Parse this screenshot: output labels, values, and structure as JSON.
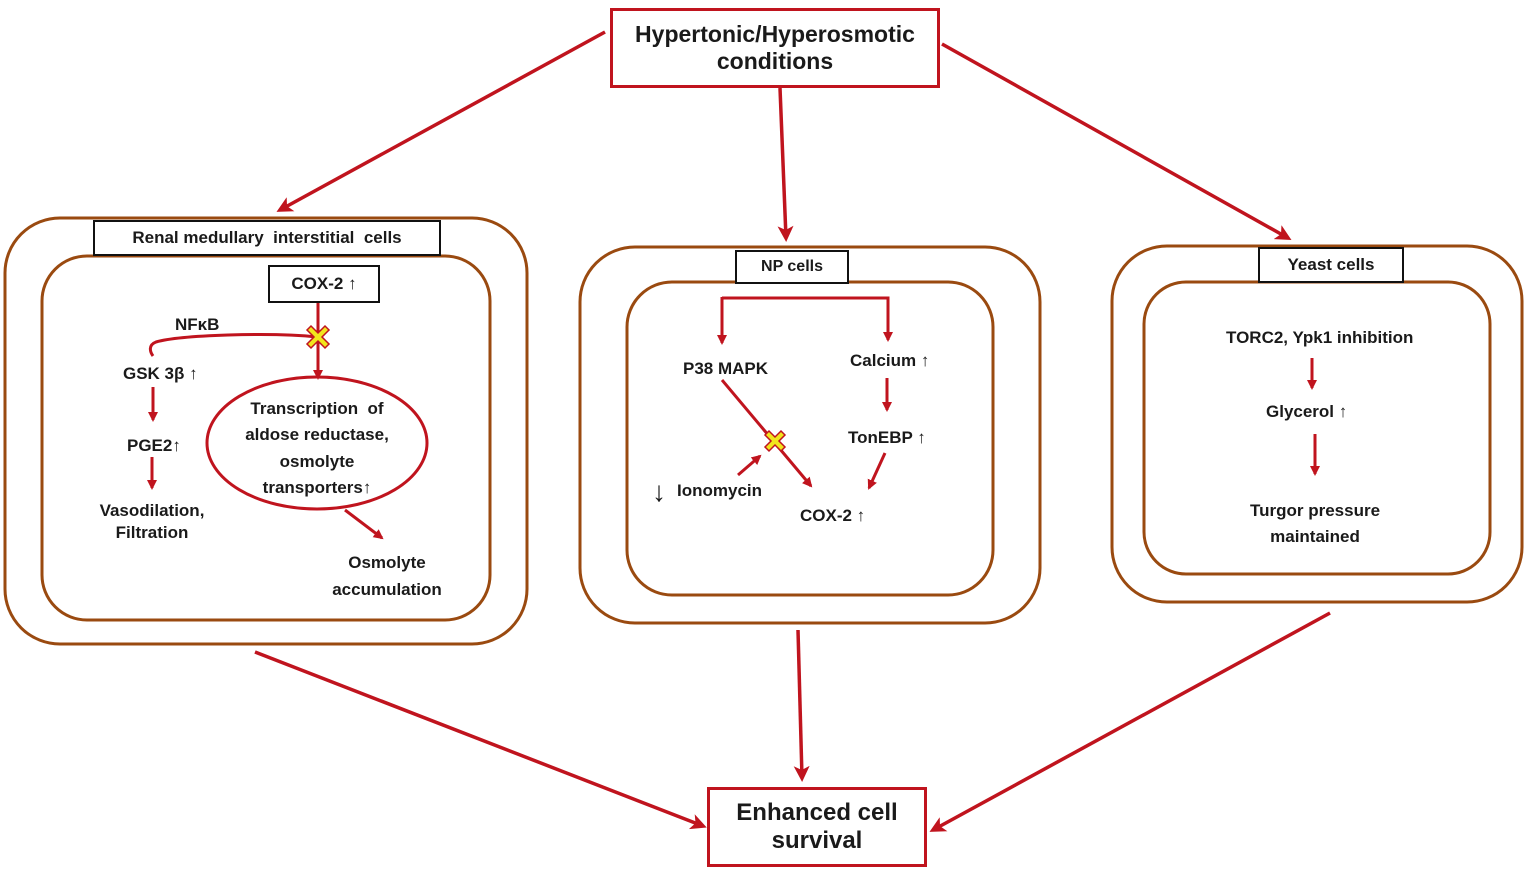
{
  "top_box": {
    "line1": "Hypertonic/Hyperosmotic",
    "line2": "conditions"
  },
  "bottom_box": {
    "line1": "Enhanced cell",
    "line2": "survival"
  },
  "panel_left": {
    "title": "Renal medullary  interstitial  cells",
    "cox2": "COX-2 ↑",
    "nfkb": "NFκB",
    "gsk": "GSK 3β ↑",
    "pge2": "PGE2↑",
    "vaso_line1": "Vasodilation,",
    "vaso_line2": "Filtration",
    "trans_line1": "Transcription  of",
    "trans_line2": "aldose reductase,",
    "trans_line3": "osmolyte",
    "trans_line4": "transporters↑",
    "osmo_line1": "Osmolyte",
    "osmo_line2": "accumulation"
  },
  "panel_mid": {
    "title": "NP cells",
    "p38": "P38 MAPK",
    "calcium": "Calcium ↑",
    "tonebp": "TonEBP ↑",
    "ionomycin": "Ionomycin",
    "down_arrow": "↓",
    "cox2": "COX-2 ↑"
  },
  "panel_right": {
    "title": "Yeast cells",
    "torc": "TORC2, Ypk1 inhibition",
    "glycerol": "Glycerol ↑",
    "turgor_line1": "Turgor pressure",
    "turgor_line2": "maintained"
  },
  "colors": {
    "arrow": "#c0141e",
    "cell_border": "#9a4a10",
    "inhibit_mark": "#f2e51c"
  }
}
